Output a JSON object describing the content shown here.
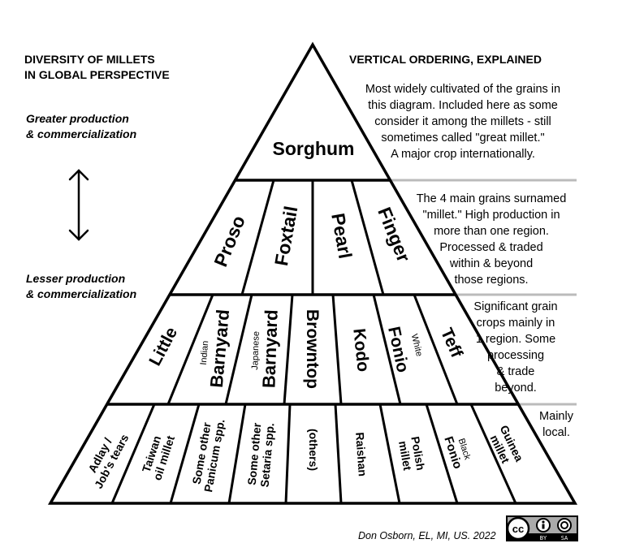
{
  "left": {
    "title_line1": "DIVERSITY OF MILLETS",
    "title_line2": "IN GLOBAL PERSPECTIVE",
    "greater_line1": "Greater production",
    "greater_line2": "& commercialization",
    "lesser_line1": "Lesser production",
    "lesser_line2": "& commercialization"
  },
  "right": {
    "title": "VERTICAL ORDERING, EXPLAINED",
    "tier1": [
      "Most widely cultivated of the grains in",
      "this diagram. Included here as some",
      "consider it among the millets - still",
      "sometimes called \"great millet.\"",
      "A major crop internationally."
    ],
    "tier2": [
      "The 4 main grains surnamed",
      "\"millet.\" High production in",
      "more than one region.",
      "Processed & traded",
      "within & beyond",
      "those regions."
    ],
    "tier3": [
      "Significant grain",
      "crops mainly in",
      "1 region. Some",
      "processing",
      "& trade",
      "beyond."
    ],
    "tier4": [
      "Mainly",
      "local."
    ]
  },
  "pyramid": {
    "tier1": "Sorghum",
    "tier2": [
      "Proso",
      "Foxtail",
      "Pearl",
      "Finger"
    ],
    "tier3": {
      "little": "Little",
      "indian_small": "Indian",
      "indian_big": "Barnyard",
      "japanese_small": "Japanese",
      "japanese_big": "Barnyard",
      "browntop": "Browntop",
      "kodo": "Kodo",
      "white_small": "White",
      "white_big": "Fonio",
      "teff": "Teff"
    },
    "tier4": {
      "adlay1": "Adlay /",
      "adlay2": "Job's tears",
      "taiwan1": "Taiwan",
      "taiwan2": "oil millet",
      "panicum1": "Some other",
      "panicum2": "Panicum spp.",
      "setaria1": "Some other",
      "setaria2": "Setaria spp.",
      "others": "(others)",
      "raishan": "Raishan",
      "polish1": "Polish",
      "polish2": "millet",
      "black_small": "Black",
      "black_big": "Fonio",
      "guinea1": "Guinea",
      "guinea2": "millet"
    }
  },
  "credit": "Don Osborn, EL, MI, US. 2022",
  "license": {
    "cc": "cc",
    "by": "BY",
    "sa": "SA"
  },
  "colors": {
    "separator": "#bbbbbb",
    "line": "#000000"
  }
}
